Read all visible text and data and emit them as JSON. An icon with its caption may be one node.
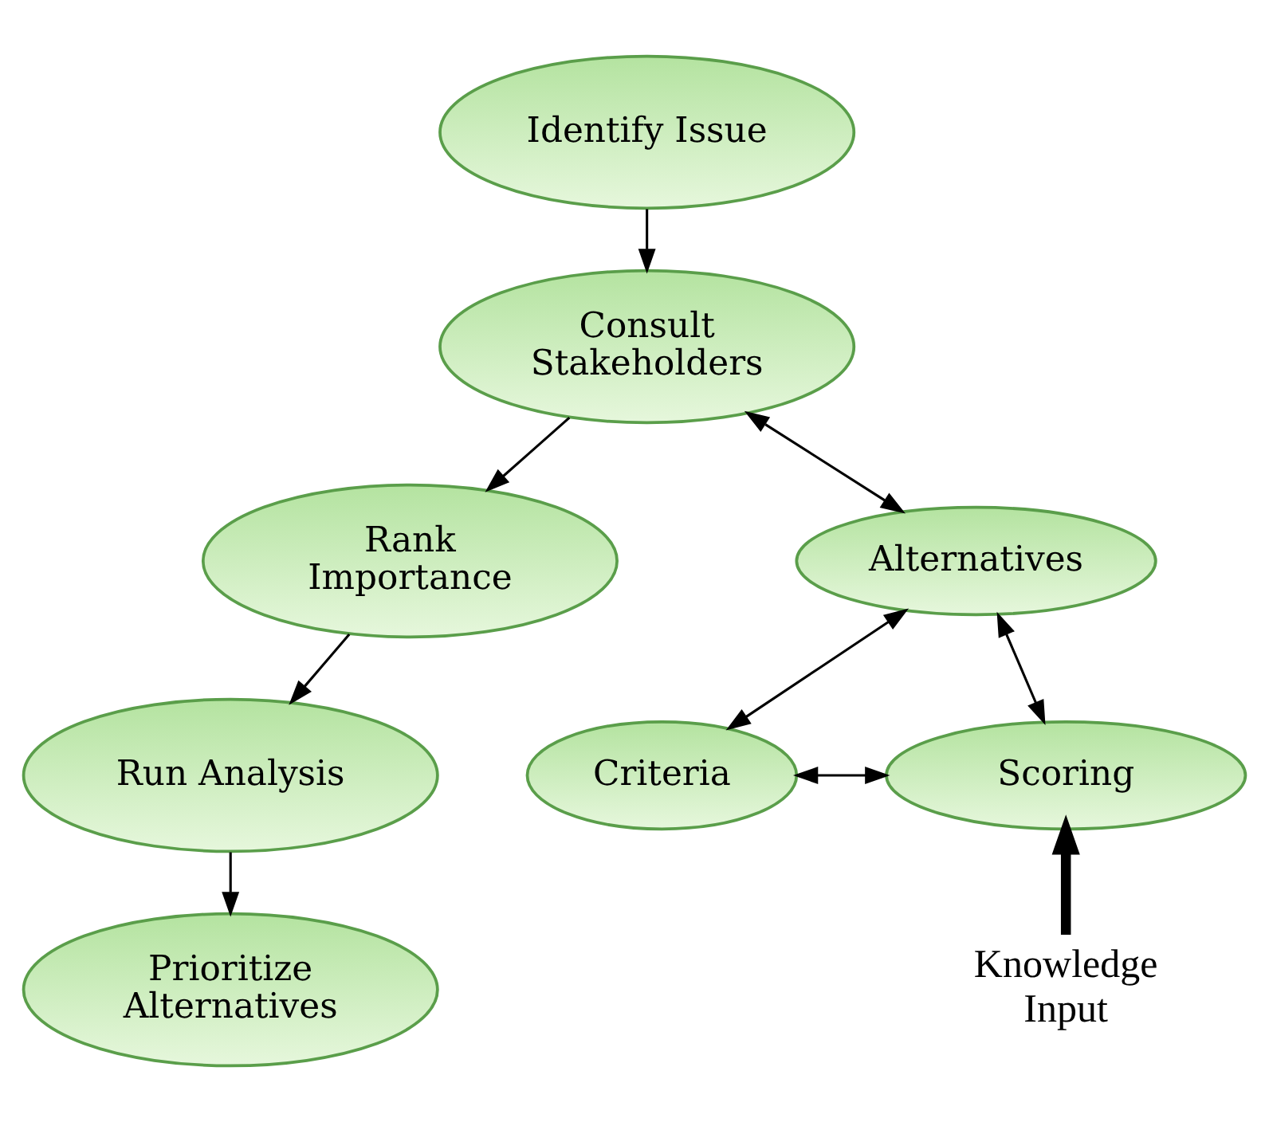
{
  "diagram": {
    "nodes": [
      {
        "text": [
          "Identify Issue"
        ]
      },
      {
        "text": [
          "Consult Stakeholders"
        ]
      },
      {
        "text": [
          "Rank Importance"
        ]
      },
      {
        "text": [
          "Run Analysis"
        ]
      },
      {
        "text": [
          "Prioritize Alternatives"
        ]
      },
      {
        "text": [
          "Alternatives"
        ]
      },
      {
        "text": [
          "Criteria"
        ]
      },
      {
        "text": [
          "Scoring"
        ]
      },
      {
        "text": [
          "Knowledge Input"
        ]
      }
    ],
    "edges": [
      {
        "from": 0,
        "to": 1,
        "arrow": "to"
      },
      {
        "from": 1,
        "to": 2,
        "arrow": "to"
      },
      {
        "from": 2,
        "to": 3,
        "arrow": "to"
      },
      {
        "from": 3,
        "to": 4,
        "arrow": "to"
      },
      {
        "from": 1,
        "to": 5,
        "arrow": "both"
      },
      {
        "from": 5,
        "to": 7,
        "arrow": "both"
      },
      {
        "from": 5,
        "to": 6,
        "arrow": "both"
      },
      {
        "from": 7,
        "to": 6,
        "arrow": "both"
      },
      {
        "from": 8,
        "to": 7,
        "arrow": "to",
        "style": "thick"
      }
    ]
  }
}
